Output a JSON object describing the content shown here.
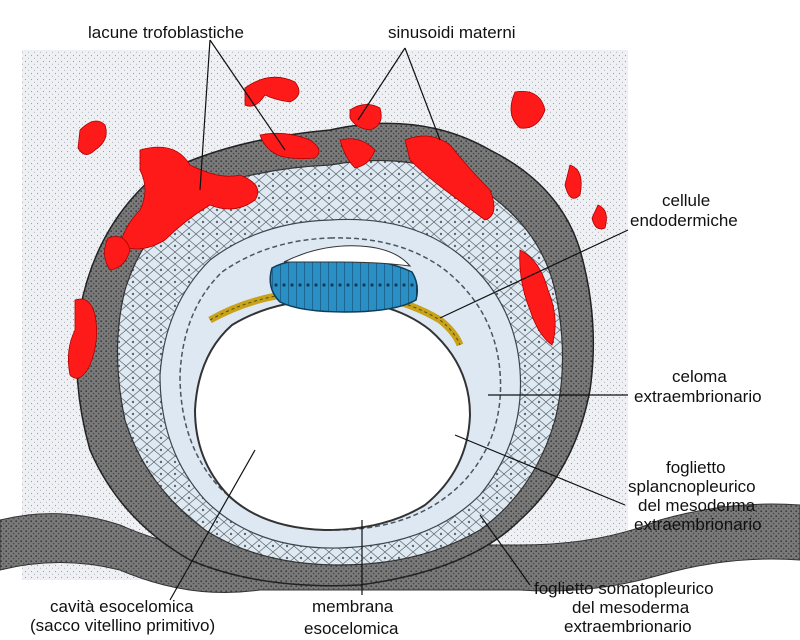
{
  "colors": {
    "background": "#ffffff",
    "stroma": "#eef0f3",
    "trophoblast": "#6e6e6e",
    "maternal_blood": "#ff1a1a",
    "mesoderm": "#dde8f2",
    "epiblast": "#2a8fc4",
    "endoderm": "#c8a21a",
    "lumen": "#ffffff"
  },
  "labels": {
    "lacune": "lacune trofoblastiche",
    "sinusoidi": "sinusoidi materni",
    "cellule_line1": "cellule",
    "cellule_line2": "endodermiche",
    "celoma_line1": "celoma",
    "celoma_line2": "extraembrionario",
    "splanc_line1": "foglietto",
    "splanc_line2": "splancnopleurico",
    "splanc_line3": "del mesoderma",
    "splanc_line4": "extraembrionario",
    "somato_line1": "foglietto somatopleurico",
    "somato_line2": "del mesoderma",
    "somato_line3": "extraembrionario",
    "cavita_line1": "cavità esocelomica",
    "cavita_line2": "(sacco vitellino primitivo)",
    "membrana_line1": "membrana",
    "membrana_line2": "esocelomica"
  }
}
